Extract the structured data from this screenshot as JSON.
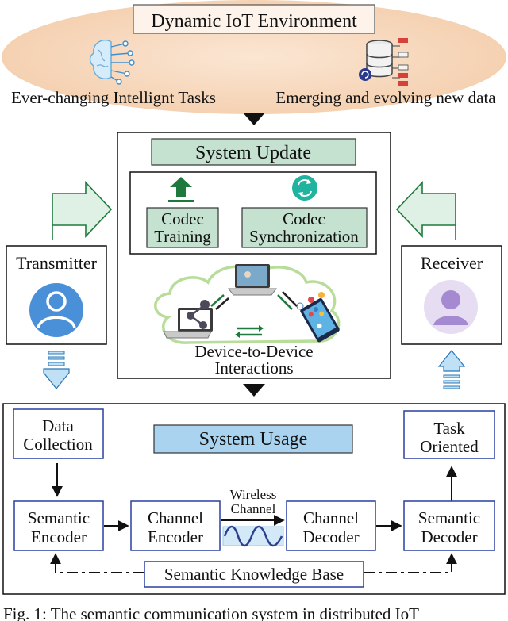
{
  "environment": {
    "title": "Dynamic IoT Environment",
    "left_caption": "Ever-changing Intellignt Tasks",
    "right_caption": "Emerging and evolving new data",
    "left_icon": "brain-network-icon",
    "right_icon": "database-icon"
  },
  "system_update": {
    "title": "System Update",
    "codec_training_line1": "Codec",
    "codec_training_line2": "Training",
    "codec_sync_line1": "Codec",
    "codec_sync_line2": "Synchronization",
    "d2d_line1": "Device-to-Device",
    "d2d_line2": "Interactions"
  },
  "transmitter": {
    "label": "Transmitter",
    "icon": "user-icon"
  },
  "receiver": {
    "label": "Receiver",
    "icon": "user-icon"
  },
  "system_usage": {
    "title": "System Usage",
    "data_collection_line1": "Data",
    "data_collection_line2": "Collection",
    "task_oriented_line1": "Task",
    "task_oriented_line2": "Oriented",
    "semantic_encoder_line1": "Semantic",
    "semantic_encoder_line2": "Encoder",
    "channel_encoder_line1": "Channel",
    "channel_encoder_line2": "Encoder",
    "wireless_line1": "Wireless",
    "wireless_line2": "Channel",
    "channel_decoder_line1": "Channel",
    "channel_decoder_line2": "Decoder",
    "semantic_decoder_line1": "Semantic",
    "semantic_decoder_line2": "Decoder",
    "knowledge_base": "Semantic Knowledge Base"
  },
  "caption": "Fig. 1: The semantic communication system in distributed IoT",
  "colors": {
    "green_box": "#c5e2d0",
    "green_dark": "#1e7a3c",
    "green_arrow_fill": "#dff0e4",
    "blue_box": "#a9d3ee",
    "blue_arrow_fill": "#bfe0f5",
    "peach": "#f6d6bd",
    "box_border_blue": "#2a3fa0"
  }
}
